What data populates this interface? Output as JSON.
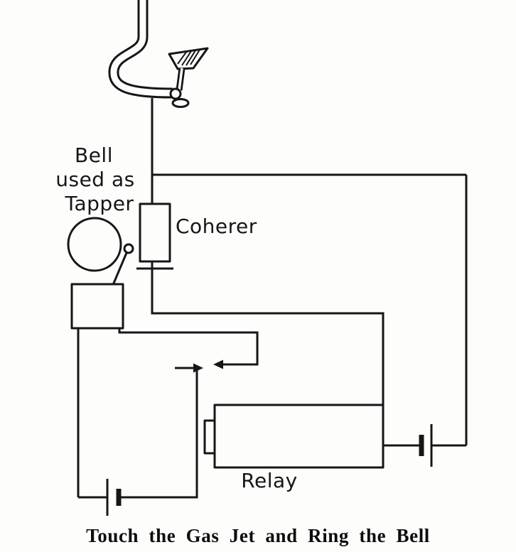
{
  "figure": {
    "caption": "Touch the Gas Jet and Ring the Bell",
    "labels": {
      "bell": [
        "Bell",
        "used as",
        "Tapper"
      ],
      "coherer": "Coherer",
      "relay": "Relay"
    },
    "colors": {
      "ink": "#161616",
      "paper": "#fdfdfc"
    }
  }
}
